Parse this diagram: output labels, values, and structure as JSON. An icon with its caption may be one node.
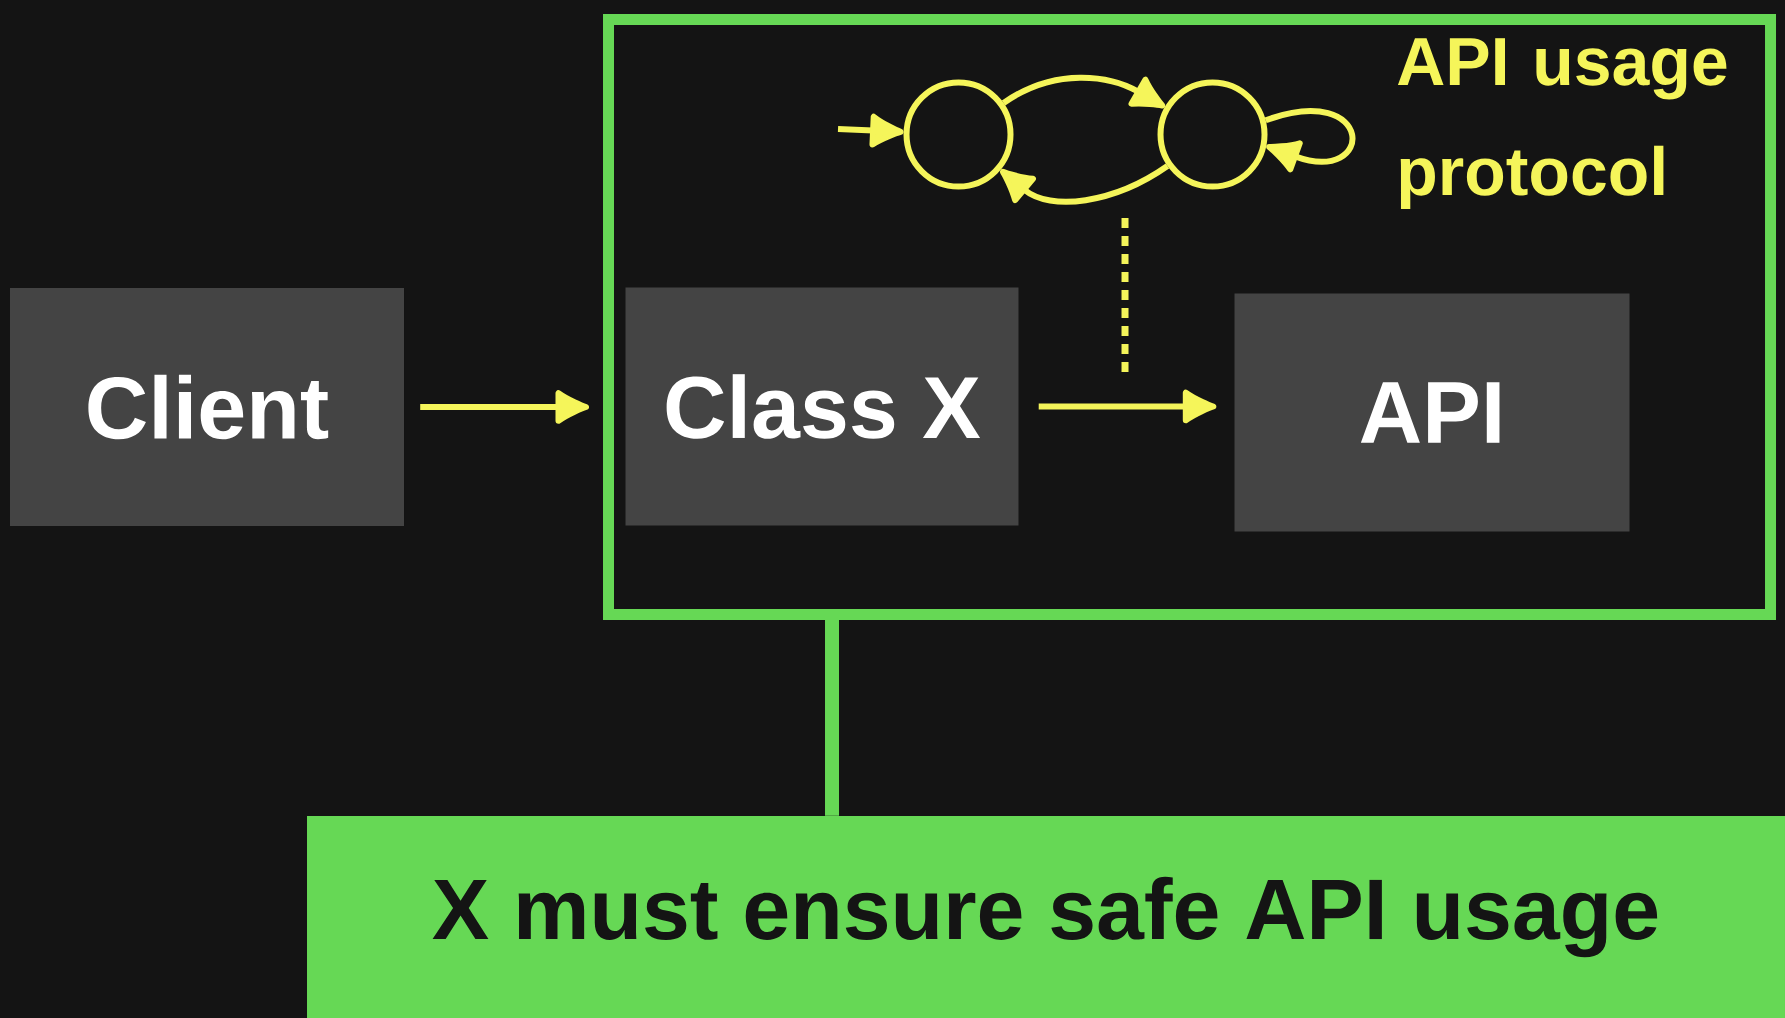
{
  "diagram": {
    "nodes": [
      {
        "text": [],
        "shape": "box"
      },
      {
        "text": [
          "Client"
        ]
      },
      {
        "text": [
          "Class X"
        ],
        "in": 0
      },
      {
        "text": [],
        "shape": "circle",
        "in": 0
      },
      {
        "text": [],
        "shape": "circle",
        "in": 0
      },
      {
        "text": [
          "API"
        ],
        "in": 0
      },
      {
        "text": [
          "X must ensure safe API usage"
        ]
      }
    ],
    "edges": [
      {
        "from": 1,
        "to": 0,
        "arrow": "to"
      },
      {
        "from": 2,
        "to": 5,
        "arrow": "to"
      },
      {
        "from": null,
        "to": 3,
        "arrow": "to"
      },
      {
        "from": 3,
        "to": 4,
        "arrow": "to"
      },
      {
        "from": 4,
        "to": 3,
        "arrow": "to"
      },
      {
        "from": 4,
        "to": 4,
        "arrow": "to"
      },
      {
        "from": 0,
        "to": 6,
        "arrow": "none",
        "style": "thick",
        "color": "#66d855"
      }
    ],
    "labels": [
      "API usage protocol"
    ]
  }
}
